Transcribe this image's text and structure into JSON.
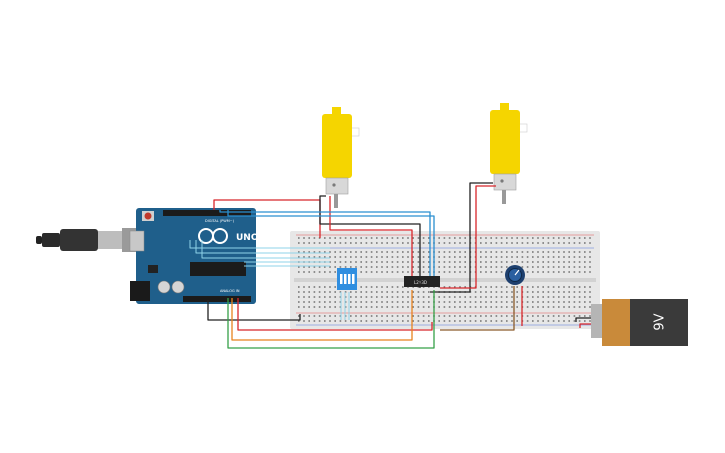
{
  "colors": {
    "arduino_board": "#1f5f8b",
    "breadboard": "#e7e7e7",
    "motor_body": "#f5d500",
    "battery_body": "#3a3a3a",
    "battery_cap": "#c98a3a",
    "wire_red": "#d8262b",
    "wire_black": "#222222",
    "wire_blue": "#2a8fd0",
    "wire_orange": "#e8821e",
    "wire_green": "#35a048",
    "wire_brown": "#8a5a2b",
    "dip_switch": "#2f8ee0",
    "ic_chip": "#222222"
  },
  "arduino": {
    "logo_text": "UNO",
    "digital_label": "DIGITAL (PWM~)",
    "analog_label": "ANALOG IN"
  },
  "ic": {
    "label": "L293D"
  },
  "battery": {
    "label": "9V"
  },
  "icons": {
    "usb": "usb-cable-icon",
    "potentiometer": "potentiometer-knob-icon"
  }
}
